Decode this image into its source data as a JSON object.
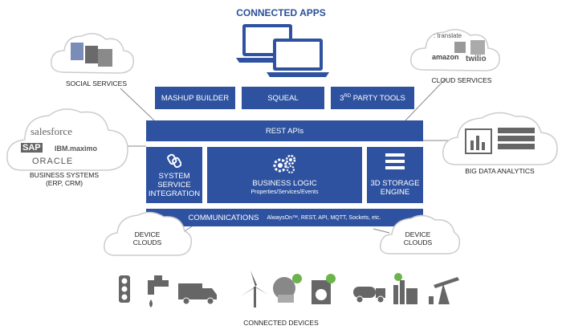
{
  "header": {
    "title": "CONNECTED APPS"
  },
  "top_boxes": {
    "mashup": "MASHUP BUILDER",
    "squeal": "SQUEAL",
    "third_party_prefix": "3",
    "third_party_sup": "RD",
    "third_party_suffix": " PARTY TOOLS"
  },
  "rest_bar": "REST APIs",
  "middle": {
    "system_line1": "SYSTEM",
    "system_line2": "SERVICE",
    "system_line3": "INTEGRATION",
    "business_title": "BUSINESS LOGIC",
    "business_sub": "Properties/Services/Events",
    "storage_line1": "3D STORAGE",
    "storage_line2": "ENGINE"
  },
  "comm_bar": {
    "title": "COMMUNICATIONS",
    "detail": "AlwaysOn™, REST, API, MQTT, Sockets, etc."
  },
  "clouds": {
    "social": "SOCIAL SERVICES",
    "cloud_services": "CLOUD SERVICES",
    "business_line1": "BUSINESS SYSTEMS",
    "business_line2": "(ERP, CRM)",
    "big_data": "BIG DATA ANALYTICS",
    "device_left_1": "DEVICE",
    "device_left_2": "CLOUDS",
    "device_right_1": "DEVICE",
    "device_right_2": "CLOUDS"
  },
  "logos": {
    "salesforce": "salesforce",
    "sap": "SAP",
    "ibm": "IBM.maximo",
    "oracle": "ORACLE",
    "translate": ": translate",
    "amazon": "amazon",
    "twilio": "twilio"
  },
  "footer": "CONNECTED DEVICES"
}
